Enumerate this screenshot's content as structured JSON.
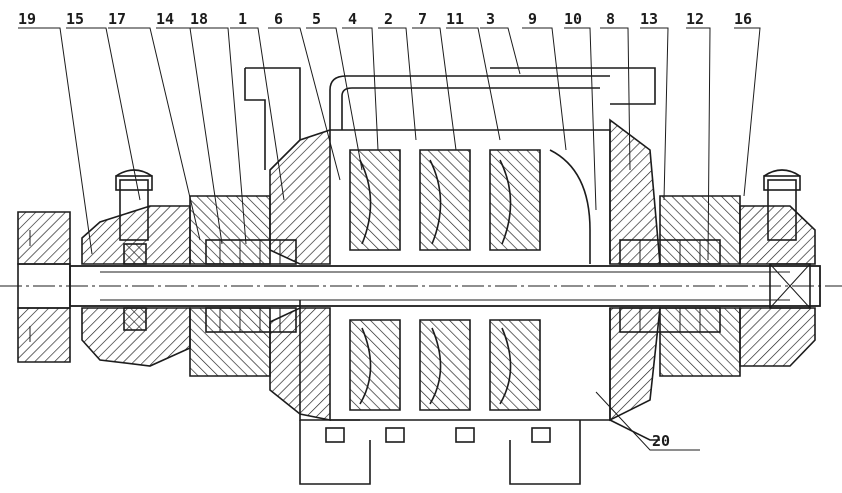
{
  "callouts": [
    "19",
    "15",
    "17",
    "14",
    "18",
    "1",
    "6",
    "5",
    "4",
    "2",
    "7",
    "11",
    "3",
    "9",
    "10",
    "8",
    "13",
    "12",
    "16",
    "20"
  ]
}
